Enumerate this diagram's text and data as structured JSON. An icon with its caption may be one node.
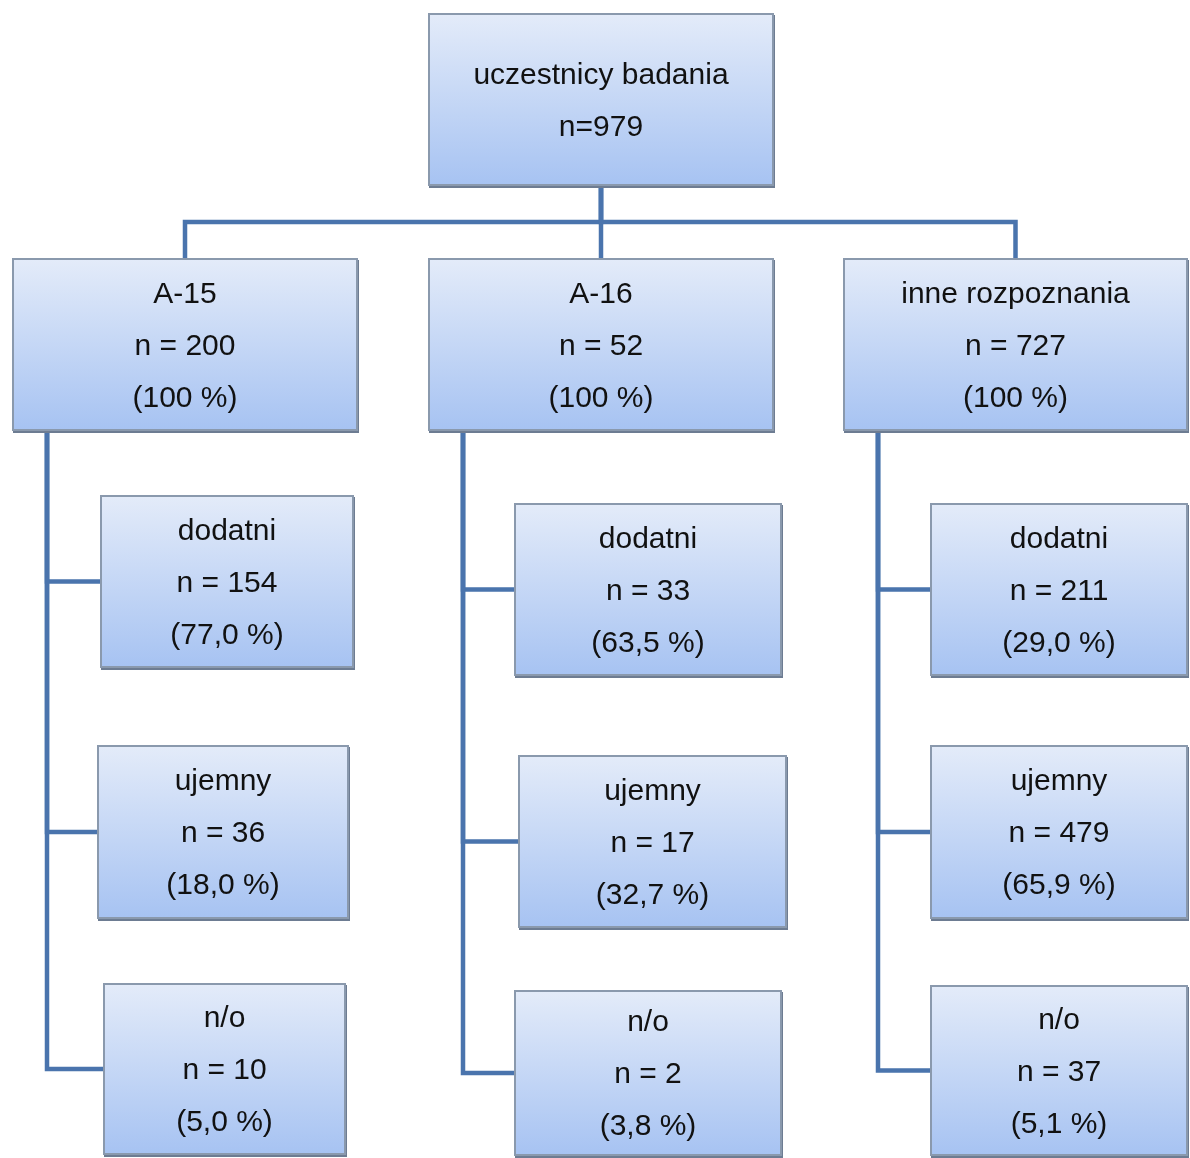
{
  "diagram": {
    "nodes": [
      {
        "text": [
          "uczestnicy badania",
          "n=979"
        ]
      },
      {
        "text": [
          "A-15",
          "n = 200",
          "(100 %)"
        ]
      },
      {
        "text": [
          "A-16",
          "n = 52",
          "(100 %)"
        ]
      },
      {
        "text": [
          "inne rozpoznania",
          "n = 727",
          "(100 %)"
        ]
      },
      {
        "text": [
          "dodatni",
          "n = 154",
          "(77,0 %)"
        ]
      },
      {
        "text": [
          "ujemny",
          "n = 36",
          "(18,0 %)"
        ]
      },
      {
        "text": [
          "n/o",
          "n = 10",
          "(5,0 %)"
        ]
      },
      {
        "text": [
          "dodatni",
          "n = 33",
          "(63,5 %)"
        ]
      },
      {
        "text": [
          "ujemny",
          "n = 17",
          "(32,7 %)"
        ]
      },
      {
        "text": [
          "n/o",
          "n = 2",
          "(3,8 %)"
        ]
      },
      {
        "text": [
          "dodatni",
          "n = 211",
          "(29,0 %)"
        ]
      },
      {
        "text": [
          "ujemny",
          "n = 479",
          "(65,9 %)"
        ]
      },
      {
        "text": [
          "n/o",
          "n = 37",
          "(5,1 %)"
        ]
      }
    ],
    "edges": [
      {
        "from": 0,
        "to": 1,
        "arrow": "none"
      },
      {
        "from": 0,
        "to": 2,
        "arrow": "none"
      },
      {
        "from": 0,
        "to": 3,
        "arrow": "none"
      },
      {
        "from": 1,
        "to": 4,
        "arrow": "none"
      },
      {
        "from": 1,
        "to": 5,
        "arrow": "none"
      },
      {
        "from": 1,
        "to": 6,
        "arrow": "none"
      },
      {
        "from": 2,
        "to": 7,
        "arrow": "none"
      },
      {
        "from": 2,
        "to": 8,
        "arrow": "none"
      },
      {
        "from": 2,
        "to": 9,
        "arrow": "none"
      },
      {
        "from": 3,
        "to": 10,
        "arrow": "none"
      },
      {
        "from": 3,
        "to": 11,
        "arrow": "none"
      },
      {
        "from": 3,
        "to": 12,
        "arrow": "none"
      }
    ]
  }
}
